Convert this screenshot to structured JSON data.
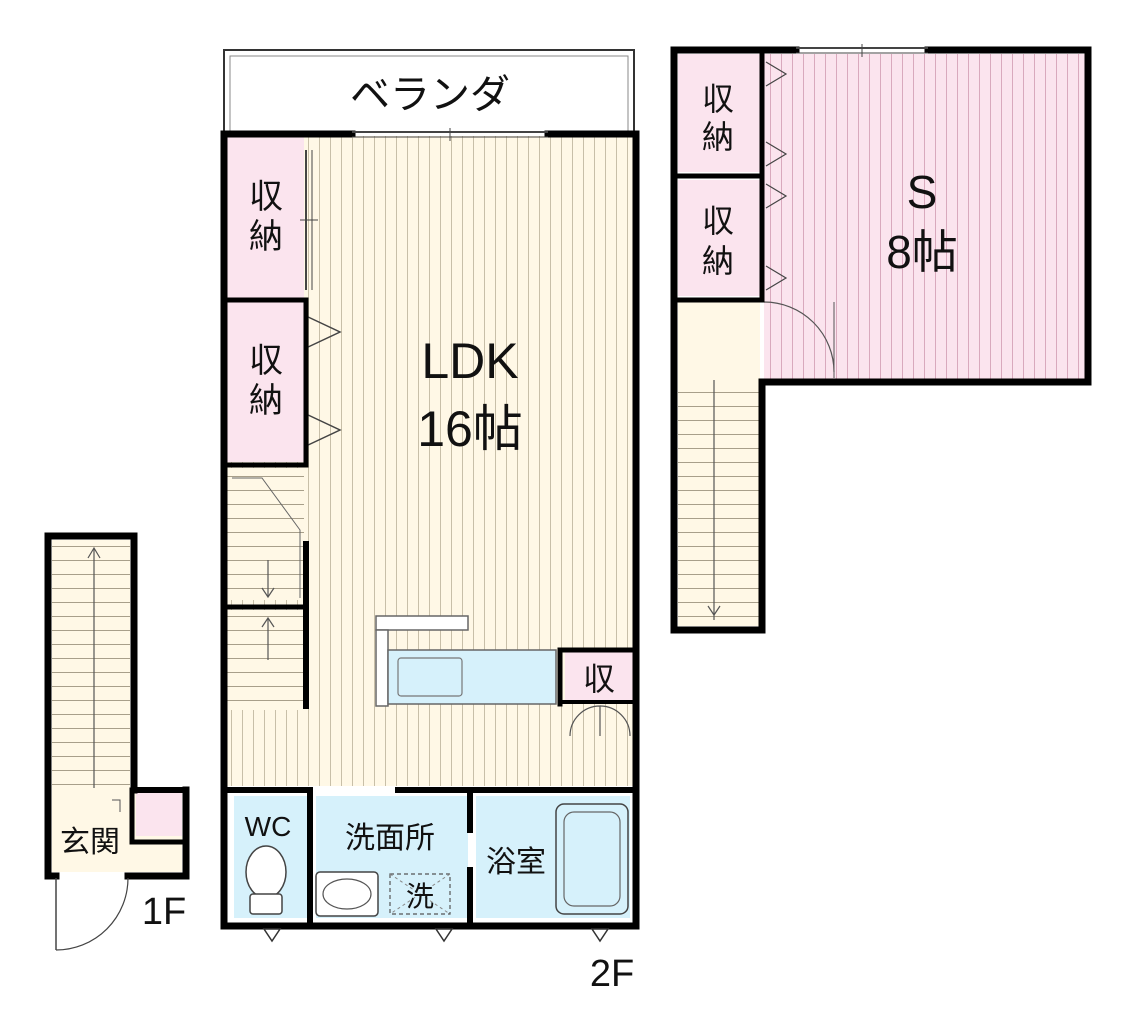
{
  "labels": {
    "veranda": "ベランダ",
    "ldk_name": "LDK",
    "ldk_size": "16帖",
    "storage_top_1": "収",
    "storage_top_2": "納",
    "storage_mid_1": "収",
    "storage_mid_2": "納",
    "s_storage_a_1": "収",
    "s_storage_a_2": "納",
    "s_storage_b_1": "収",
    "s_storage_b_2": "納",
    "s_room_name": "S",
    "s_room_size": "8帖",
    "small_storage": "収",
    "wc": "WC",
    "washroom": "洗面所",
    "washer": "洗",
    "bathroom": "浴室",
    "entrance": "玄関",
    "floor_1": "1F",
    "floor_2": "2F"
  },
  "colors": {
    "wall": "#000000",
    "floor_wood": "#fff8e6",
    "floor_line": "#c8bfa8",
    "storage_pink": "#fbe4ee",
    "room_pink": "#fbe4ee",
    "room_line": "#d9a9bd",
    "water_blue": "#d6f1fb",
    "fixture_line": "#444444"
  }
}
